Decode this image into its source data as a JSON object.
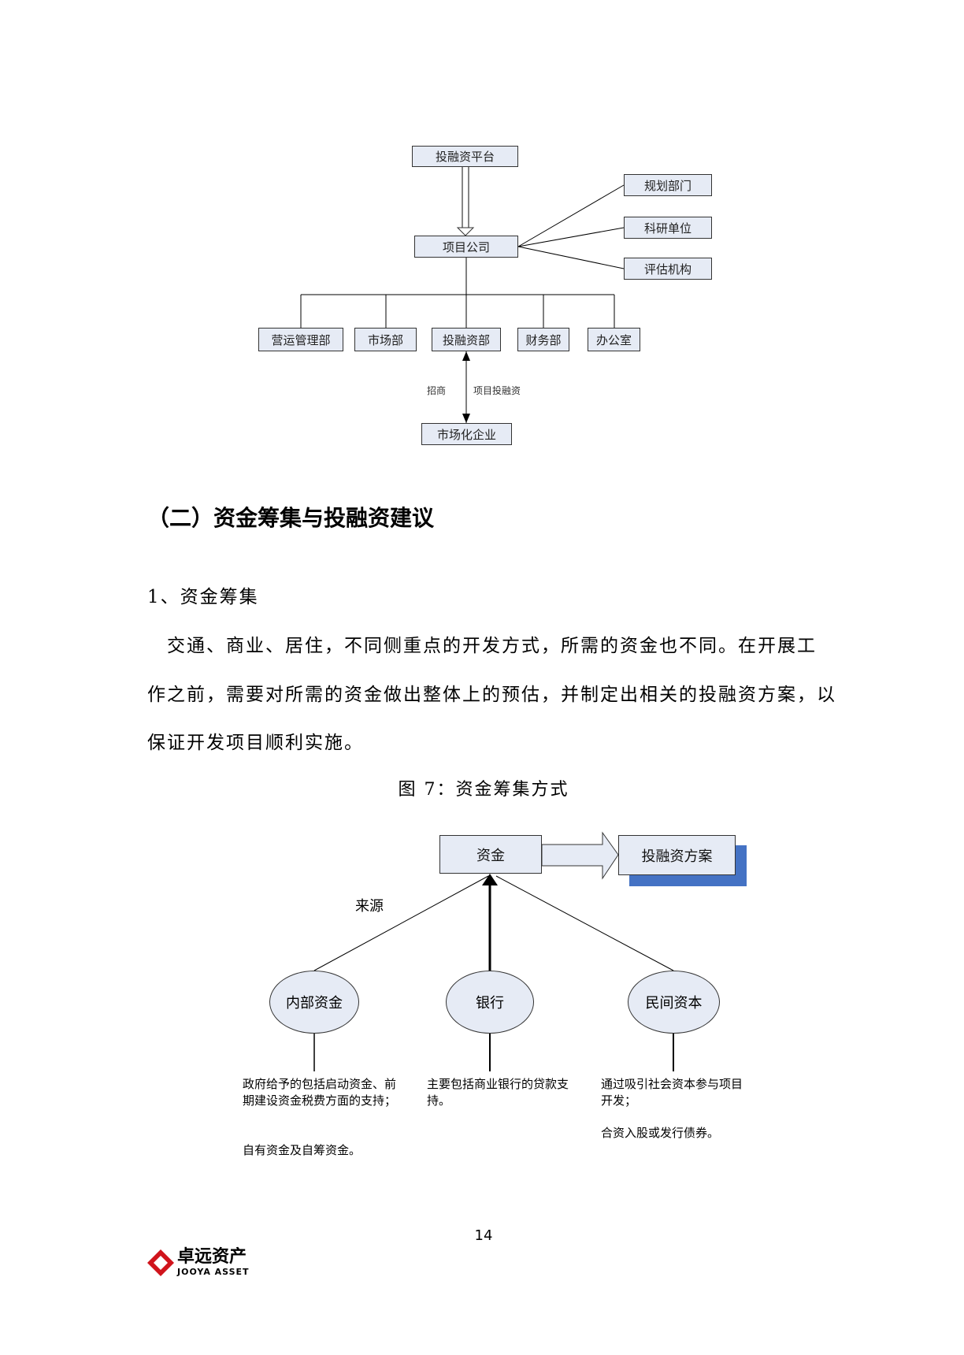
{
  "org_chart": {
    "platform": "投融资平台",
    "company": "项目公司",
    "external": [
      "规划部门",
      "科研单位",
      "评估机构"
    ],
    "departments": [
      "营运管理部",
      "市场部",
      "投融资部",
      "财务部",
      "办公室"
    ],
    "link_left": "招商",
    "link_right": "项目投融资",
    "enterprise": "市场化企业"
  },
  "section_heading": "（二）资金筹集与投融资建议",
  "subheading": "1、资金筹集",
  "paragraph_lines": [
    "　交通、商业、居住，不同侧重点的开发方式，所需的资金也不同。在开展工",
    "作之前，需要对所需的资金做出整体上的预估，并制定出相关的投融资方案，以",
    "保证开发项目顺利实施。"
  ],
  "figure_caption": "图 7：资金筹集方式",
  "funding_chart": {
    "funds": "资金",
    "plan": "投融资方案",
    "source_label": "来源",
    "sources": [
      {
        "name": "内部资金",
        "notes": [
          "政府给予的包括启动资金、前期建设资金税费方面的支持；",
          "自有资金及自筹资金。"
        ]
      },
      {
        "name": "银行",
        "notes": [
          "主要包括商业银行的贷款支持。"
        ]
      },
      {
        "name": "民间资本",
        "notes": [
          "通过吸引社会资本参与项目开发；",
          "合资入股或发行债券。"
        ]
      }
    ]
  },
  "page_number": "14",
  "logo": {
    "name": "卓远资产",
    "subtitle": "JOOYA ASSET",
    "color": "#d0141c"
  }
}
